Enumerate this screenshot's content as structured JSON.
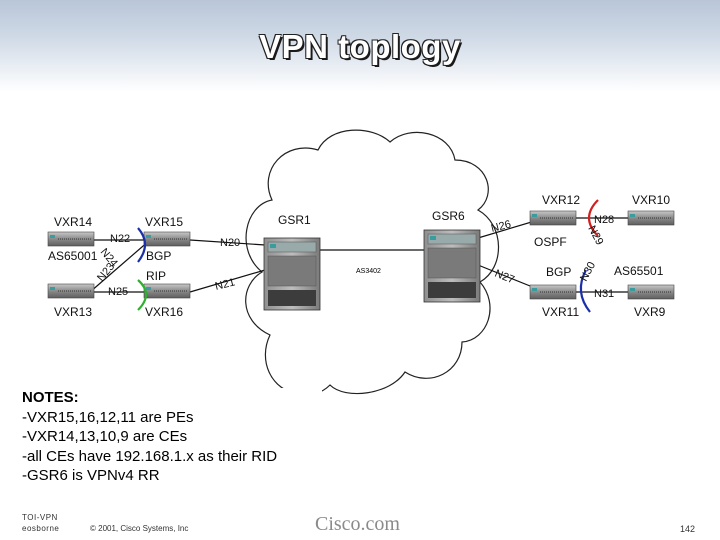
{
  "slide": {
    "title": "VPN toplogy"
  },
  "diagram": {
    "cloud_label": "AS3402",
    "routers": {
      "gsr1": "GSR1",
      "gsr6": "GSR6",
      "vxr14": "VXR14",
      "vxr15": "VXR15",
      "vxr13": "VXR13",
      "vxr16": "VXR16",
      "vxr12": "VXR12",
      "vxr10": "VXR10",
      "vxr11": "VXR11",
      "vxr9": "VXR9"
    },
    "as_labels": {
      "left": "AS65001",
      "right": "AS65501"
    },
    "protocols": {
      "bgp_left": "BGP",
      "rip": "RIP",
      "ospf": "OSPF",
      "bgp_right": "BGP"
    },
    "links": {
      "n20": "N20",
      "n21": "N21",
      "n22": "N22",
      "n23": "N23",
      "n24": "N24",
      "n25": "N25",
      "n26": "N26",
      "n27": "N27",
      "n28": "N28",
      "n29": "N29",
      "n30": "N30",
      "n31": "N31"
    },
    "colors": {
      "bgp_arc": "#1b2fa8",
      "rip_arc": "#2fb02f",
      "ospf_arc": "#d22020",
      "router_body": "#6a6a6a"
    }
  },
  "notes": {
    "heading": "NOTES:",
    "lines": [
      "-VXR15,16,12,11 are PEs",
      "-VXR14,13,10,9 are CEs",
      "-all CEs have 192.168.1.x as their RID",
      "-GSR6 is VPNv4 RR"
    ]
  },
  "footer": {
    "course": "TOI-VPN",
    "author": "eosborne",
    "copyright": "© 2001, Cisco Systems, Inc",
    "brand": "Cisco.com",
    "page": "142"
  }
}
